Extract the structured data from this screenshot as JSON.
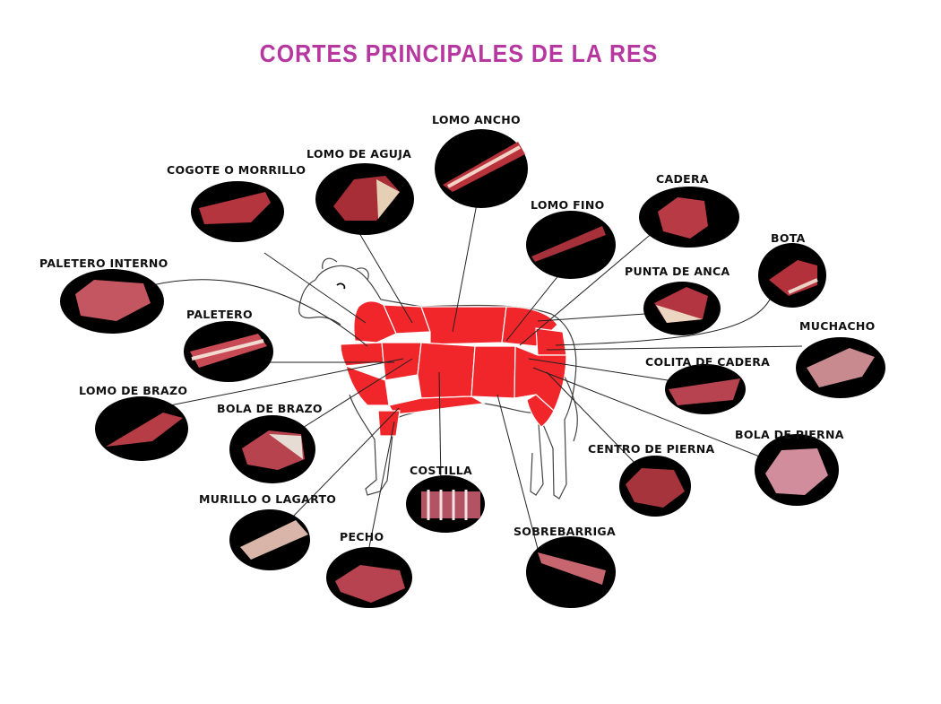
{
  "title": "CORTES PRINCIPALES DE LA RES",
  "colors": {
    "title": "#b6379f",
    "cut_red": "#f0262b",
    "ellipse": "#000000",
    "meat": "#b8323b"
  },
  "cuts": [
    {
      "id": "lomo-ancho",
      "label": "LOMO ANCHO",
      "icon": "strip-loin-icon"
    },
    {
      "id": "lomo-de-aguja",
      "label": "LOMO DE AGUJA",
      "icon": "chuck-roast-icon"
    },
    {
      "id": "cogote",
      "label": "COGOTE O MORRILLO",
      "icon": "neck-cut-icon"
    },
    {
      "id": "lomo-fino",
      "label": "LOMO FINO",
      "icon": "tenderloin-icon"
    },
    {
      "id": "cadera",
      "label": "CADERA",
      "icon": "rump-steak-icon"
    },
    {
      "id": "bota",
      "label": "BOTA",
      "icon": "bottom-round-icon"
    },
    {
      "id": "paletero-interno",
      "label": "PALETERO INTERNO",
      "icon": "inner-shoulder-icon"
    },
    {
      "id": "punta-de-anca",
      "label": "PUNTA DE ANCA",
      "icon": "rump-cap-icon"
    },
    {
      "id": "paletero",
      "label": "PALETERO",
      "icon": "shoulder-clod-icon"
    },
    {
      "id": "muchacho",
      "label": "MUCHACHO",
      "icon": "eye-of-round-icon"
    },
    {
      "id": "colita-de-cadera",
      "label": "COLITA DE CADERA",
      "icon": "tri-tip-icon"
    },
    {
      "id": "lomo-de-brazo",
      "label": "LOMO DE BRAZO",
      "icon": "shoulder-tender-icon"
    },
    {
      "id": "bola-de-brazo",
      "label": "BOLA DE BRAZO",
      "icon": "arm-roast-icon"
    },
    {
      "id": "bola-de-pierna",
      "label": "BOLA DE PIERNA",
      "icon": "knuckle-icon"
    },
    {
      "id": "centro-de-pierna",
      "label": "CENTRO DE PIERNA",
      "icon": "top-round-icon"
    },
    {
      "id": "costilla",
      "label": "COSTILLA",
      "icon": "ribs-icon"
    },
    {
      "id": "murillo",
      "label": "MURILLO O LAGARTO",
      "icon": "shank-icon"
    },
    {
      "id": "pecho",
      "label": "PECHO",
      "icon": "brisket-icon"
    },
    {
      "id": "sobrebarriga",
      "label": "SOBREBARRIGA",
      "icon": "flank-icon"
    }
  ]
}
